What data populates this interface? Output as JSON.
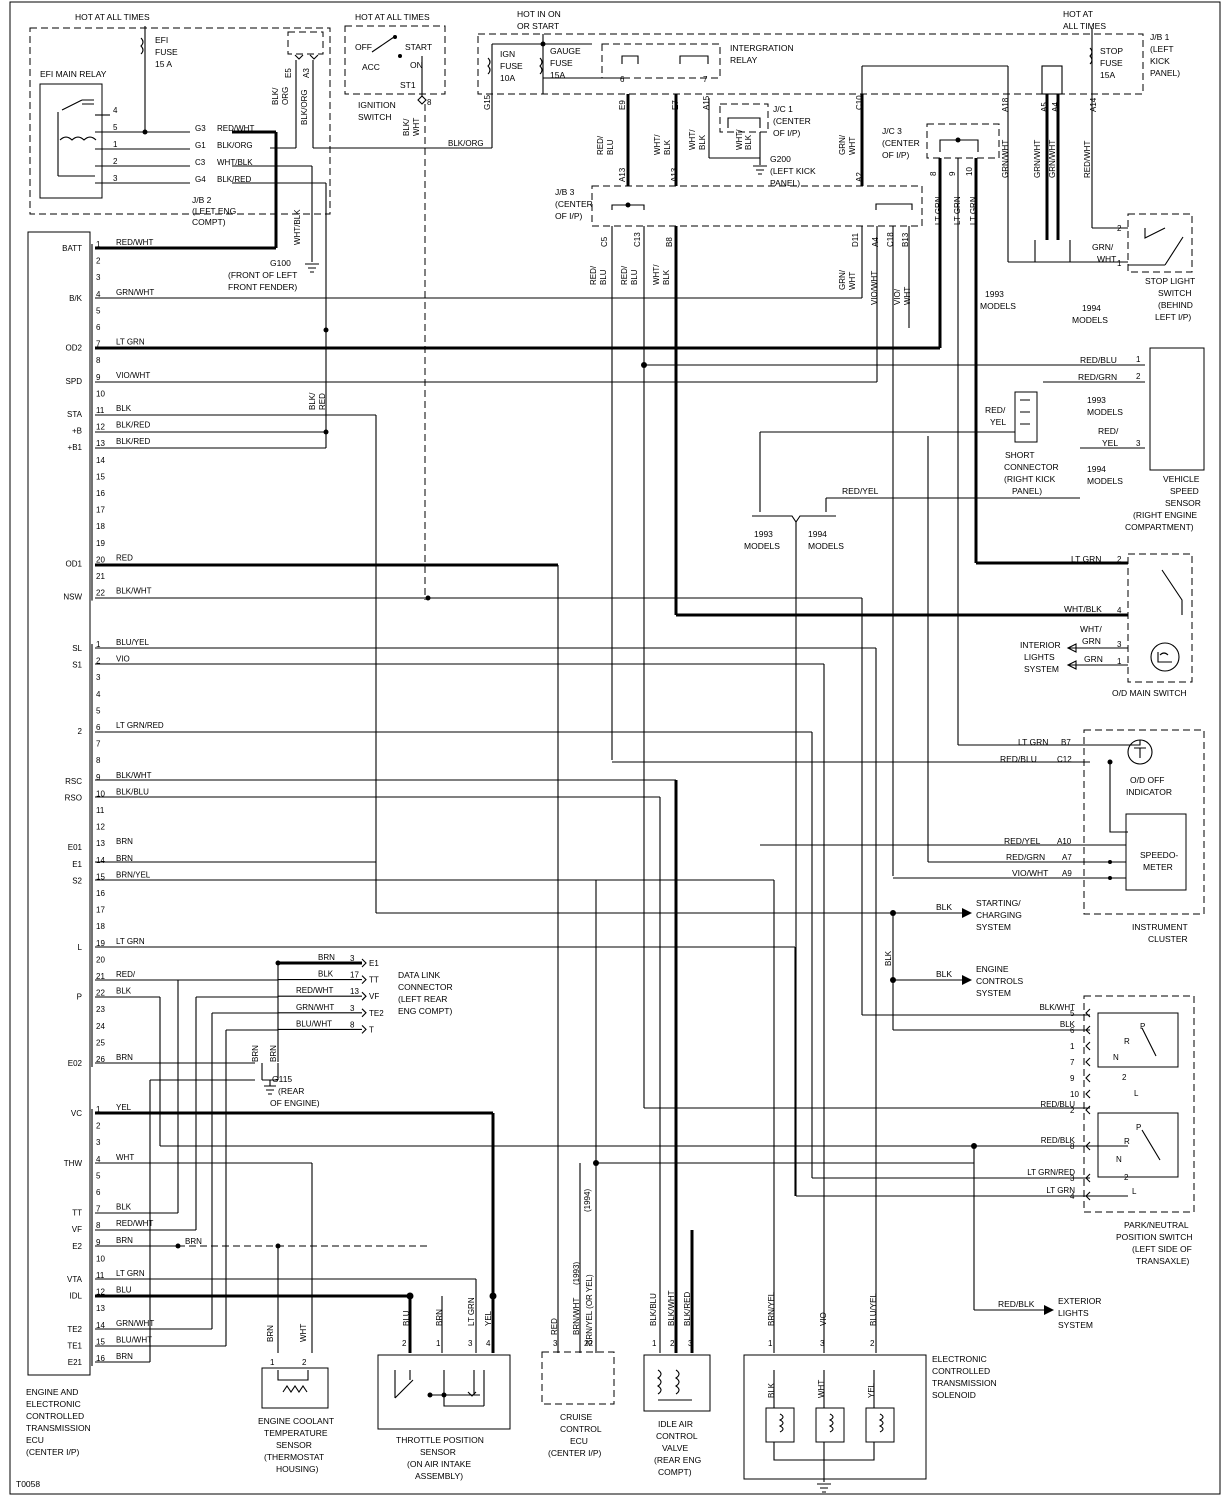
{
  "figure_id": "T0058",
  "power": {
    "hot_at_all_times_left": "HOT AT ALL TIMES",
    "hot_at_all_times_ign": "HOT AT ALL TIMES",
    "hot_in_on_or_start": [
      "HOT IN ON",
      "OR START"
    ],
    "hot_at_all_times_right": [
      "HOT AT",
      "ALL TIMES"
    ]
  },
  "fuses": {
    "efi": [
      "EFI",
      "FUSE",
      "15 A"
    ],
    "ign": [
      "IGN",
      "FUSE",
      "10A"
    ],
    "gauge": [
      "GAUGE",
      "FUSE",
      "15A"
    ],
    "stop": [
      "STOP",
      "FUSE",
      "15A"
    ]
  },
  "ignition_switch": {
    "off": "OFF",
    "acc": "ACC",
    "start": "START",
    "on": "ON",
    "st1": "ST1",
    "label": [
      "IGNITION",
      "SWITCH"
    ]
  },
  "efi_main_relay": {
    "title": "EFI MAIN RELAY",
    "pins": [
      "4",
      "5",
      "1",
      "2",
      "3"
    ],
    "jb2_pins": [
      "G3",
      "G1",
      "C3",
      "G4"
    ],
    "jb2_wires": [
      "RED/WHT",
      "BLK/ORG",
      "WHT/BLK",
      "BLK/RED"
    ],
    "jb2_label": [
      "J/B 2",
      "(LEFT ENG",
      "COMPT)"
    ],
    "e5": "E5",
    "a3": "A3",
    "blk_org_v": [
      "BLK/",
      "ORG"
    ],
    "blk_org": "BLK/ORG"
  },
  "top_wires": {
    "g15": "G15",
    "blk_org_h": "BLK/ORG",
    "blk_wht_v": [
      "BLK/",
      "WHT"
    ],
    "pin8": "8",
    "integration_relay": [
      "INTERGRATION",
      "RELAY"
    ],
    "relay_pins": [
      "6",
      "7"
    ],
    "jb1_left": [
      "E9",
      "E7",
      "A15",
      "C10"
    ],
    "jb1_right": [
      "A18",
      "A5",
      "A4",
      "A14"
    ],
    "jb1_label": [
      "J/B 1",
      "(LEFT",
      "KICK",
      "PANEL)"
    ],
    "red_blu_v": [
      "RED/",
      "BLU"
    ],
    "wht_blk_v": [
      "WHT/",
      "BLK"
    ],
    "wht_v": [
      "WHT/",
      "BLK"
    ],
    "grn_wht_v": [
      "GRN/",
      "WHT"
    ],
    "grn_wht_long": "GRN/WHT",
    "red_wht_long": "RED/WHT",
    "jc1": [
      "J/C 1",
      "(CENTER",
      "OF I/P)"
    ],
    "jc1_wires": [
      "WHT/",
      "BLK",
      "WHT/",
      "BLK"
    ],
    "g200": [
      "G200",
      "(LEFT KICK",
      "PANEL)"
    ],
    "jc3": [
      "J/C 3",
      "(CENTER",
      "OF I/P)"
    ],
    "jc3_pins": [
      "8",
      "9",
      "10"
    ],
    "jc3_wires": [
      "LT GRN",
      "LT GRN",
      "LT GRN"
    ]
  },
  "jb3": {
    "label": [
      "J/B 3",
      "(CENTER",
      "OF I/P)"
    ],
    "top_pins": [
      "A13",
      "A13",
      "A2"
    ],
    "bottom_pins": [
      "C5",
      "C13",
      "B8",
      "D11",
      "A4",
      "C18",
      "B13"
    ],
    "wires": [
      "RED/",
      "BLU",
      "RED/",
      "BLU",
      "WHT/",
      "BLK",
      "GRN/",
      "WHT",
      "VIO/WHT",
      "VIO/",
      "WHT"
    ]
  },
  "ground_g100": [
    "G100",
    "(FRONT OF LEFT",
    "FRONT FENDER)"
  ],
  "ecu_pins_a": [
    {
      "label": "BATT",
      "pin": "1",
      "wire": "RED/WHT"
    },
    {
      "label": "",
      "pin": "2",
      "wire": ""
    },
    {
      "label": "",
      "pin": "3",
      "wire": ""
    },
    {
      "label": "B/K",
      "pin": "4",
      "wire": "GRN/WHT"
    },
    {
      "label": "",
      "pin": "5",
      "wire": ""
    },
    {
      "label": "",
      "pin": "6",
      "wire": ""
    },
    {
      "label": "OD2",
      "pin": "7",
      "wire": "LT GRN"
    },
    {
      "label": "",
      "pin": "8",
      "wire": ""
    },
    {
      "label": "SPD",
      "pin": "9",
      "wire": "VIO/WHT"
    },
    {
      "label": "",
      "pin": "10",
      "wire": ""
    },
    {
      "label": "STA",
      "pin": "11",
      "wire": "BLK"
    },
    {
      "label": "+B",
      "pin": "12",
      "wire": "BLK/RED"
    },
    {
      "label": "+B1",
      "pin": "13",
      "wire": "BLK/RED"
    },
    {
      "label": "",
      "pin": "14",
      "wire": ""
    },
    {
      "label": "",
      "pin": "15",
      "wire": ""
    },
    {
      "label": "",
      "pin": "16",
      "wire": ""
    },
    {
      "label": "",
      "pin": "17",
      "wire": ""
    },
    {
      "label": "",
      "pin": "18",
      "wire": ""
    },
    {
      "label": "",
      "pin": "19",
      "wire": ""
    },
    {
      "label": "OD1",
      "pin": "20",
      "wire": "RED"
    },
    {
      "label": "",
      "pin": "21",
      "wire": ""
    },
    {
      "label": "NSW",
      "pin": "22",
      "wire": "BLK/WHT"
    }
  ],
  "ecu_pins_b": [
    {
      "label": "SL",
      "pin": "1",
      "wire": "BLU/YEL"
    },
    {
      "label": "S1",
      "pin": "2",
      "wire": "VIO"
    },
    {
      "label": "",
      "pin": "3",
      "wire": ""
    },
    {
      "label": "",
      "pin": "4",
      "wire": ""
    },
    {
      "label": "",
      "pin": "5",
      "wire": ""
    },
    {
      "label": "2",
      "pin": "6",
      "wire": "LT GRN/RED"
    },
    {
      "label": "",
      "pin": "7",
      "wire": ""
    },
    {
      "label": "",
      "pin": "8",
      "wire": ""
    },
    {
      "label": "RSC",
      "pin": "9",
      "wire": "BLK/WHT"
    },
    {
      "label": "RSO",
      "pin": "10",
      "wire": "BLK/BLU"
    },
    {
      "label": "",
      "pin": "11",
      "wire": ""
    },
    {
      "label": "",
      "pin": "12",
      "wire": ""
    },
    {
      "label": "E01",
      "pin": "13",
      "wire": "BRN"
    },
    {
      "label": "E1",
      "pin": "14",
      "wire": "BRN"
    },
    {
      "label": "S2",
      "pin": "15",
      "wire": "BRN/YEL"
    },
    {
      "label": "",
      "pin": "16",
      "wire": ""
    },
    {
      "label": "",
      "pin": "17",
      "wire": ""
    },
    {
      "label": "",
      "pin": "18",
      "wire": ""
    },
    {
      "label": "L",
      "pin": "19",
      "wire": "LT GRN"
    },
    {
      "label": "",
      "pin": "20",
      "wire": ""
    },
    {
      "label": "",
      "pin": "21",
      "wire": "RED/"
    },
    {
      "label": "P",
      "pin": "22",
      "wire": "BLK"
    },
    {
      "label": "",
      "pin": "23",
      "wire": ""
    },
    {
      "label": "",
      "pin": "24",
      "wire": ""
    },
    {
      "label": "",
      "pin": "25",
      "wire": ""
    },
    {
      "label": "E02",
      "pin": "26",
      "wire": "BRN"
    }
  ],
  "ecu_pins_c": [
    {
      "label": "VC",
      "pin": "1",
      "wire": "YEL"
    },
    {
      "label": "",
      "pin": "2",
      "wire": ""
    },
    {
      "label": "",
      "pin": "3",
      "wire": ""
    },
    {
      "label": "THW",
      "pin": "4",
      "wire": "WHT"
    },
    {
      "label": "",
      "pin": "5",
      "wire": ""
    },
    {
      "label": "",
      "pin": "6",
      "wire": ""
    },
    {
      "label": "TT",
      "pin": "7",
      "wire": "BLK"
    },
    {
      "label": "VF",
      "pin": "8",
      "wire": "RED/WHT"
    },
    {
      "label": "E2",
      "pin": "9",
      "wire": "BRN"
    },
    {
      "label": "",
      "pin": "10",
      "wire": ""
    },
    {
      "label": "VTA",
      "pin": "11",
      "wire": "LT GRN"
    },
    {
      "label": "IDL",
      "pin": "12",
      "wire": "BLU"
    },
    {
      "label": "",
      "pin": "13",
      "wire": ""
    },
    {
      "label": "TE2",
      "pin": "14",
      "wire": "GRN/WHT"
    },
    {
      "label": "TE1",
      "pin": "15",
      "wire": "BLU/WHT"
    },
    {
      "label": "E21",
      "pin": "16",
      "wire": "BRN"
    }
  ],
  "ecu_label": [
    "ENGINE AND",
    "ELECTRONIC",
    "CONTROLLED",
    "TRANSMISSION",
    "ECU",
    "(CENTER I/P)"
  ],
  "blk_red_v": [
    "BLK/",
    "RED"
  ],
  "stop_light_switch": {
    "pins": [
      "2",
      "1"
    ],
    "wire": [
      "GRN/",
      "WHT"
    ],
    "label": [
      "STOP LIGHT",
      "SWITCH",
      "(BEHIND",
      "LEFT I/P)"
    ],
    "models_1993": [
      "1993",
      "MODELS"
    ],
    "models_1994": [
      "1994",
      "MODELS"
    ]
  },
  "vehicle_speed_sensor": {
    "wires": [
      "RED/BLU",
      "RED/GRN",
      "RED/",
      "YEL"
    ],
    "pins": [
      "1",
      "2",
      "3"
    ],
    "models_1993": [
      "1993",
      "MODELS"
    ],
    "models_1994": [
      "1994",
      "MODELS"
    ],
    "label": [
      "VEHICLE",
      "SPEED",
      "SENSOR",
      "(RIGHT ENGINE",
      "COMPARTMENT)"
    ]
  },
  "short_connector": {
    "wire": [
      "RED/",
      "YEL"
    ],
    "label": [
      "SHORT",
      "CONNECTOR",
      "(RIGHT KICK",
      "PANEL)"
    ]
  },
  "models_split": {
    "red_yel": "RED/YEL",
    "m1993": [
      "1993",
      "MODELS"
    ],
    "m1994": [
      "1994",
      "MODELS"
    ]
  },
  "od_main_switch": {
    "wires": [
      "LT GRN",
      "WHT/BLK",
      "WHT/",
      "GRN",
      "GRN"
    ],
    "pins": [
      "2",
      "4",
      "3",
      "1"
    ],
    "interior": [
      "INTERIOR",
      "LIGHTS",
      "SYSTEM"
    ],
    "label": "O/D MAIN SWITCH"
  },
  "instrument_cluster": {
    "wires": [
      "LT GRN",
      "RED/BLU",
      "RED/YEL",
      "RED/GRN",
      "VIO/WHT"
    ],
    "pins": [
      "B7",
      "C12",
      "A10",
      "A7",
      "A9"
    ],
    "od_off": [
      "O/D OFF",
      "INDICATOR"
    ],
    "speedometer": [
      "SPEEDO-",
      "METER"
    ],
    "label": [
      "INSTRUMENT",
      "CLUSTER"
    ]
  },
  "systems": {
    "starting": [
      "STARTING/",
      "CHARGING",
      "SYSTEM"
    ],
    "engine": [
      "ENGINE",
      "CONTROLS",
      "SYSTEM"
    ],
    "exterior": [
      "EXTERIOR",
      "LIGHTS",
      "SYSTEM"
    ],
    "blk": "BLK",
    "blk2": "BLK",
    "blk_v": "BLK",
    "red_blk": "RED/BLK"
  },
  "park_neutral_switch": {
    "rows": [
      {
        "wire": "BLK/WHT",
        "pin": "5"
      },
      {
        "wire": "BLK",
        "pin": "6"
      },
      {
        "wire": "",
        "pin": "1"
      },
      {
        "wire": "",
        "pin": "7"
      },
      {
        "wire": "",
        "pin": "9"
      },
      {
        "wire": "",
        "pin": "10"
      },
      {
        "wire": "RED/BLU",
        "pin": "2"
      },
      {
        "wire": "RED/BLK",
        "pin": "8"
      },
      {
        "wire": "LT GRN/RED",
        "pin": "3"
      },
      {
        "wire": "LT GRN",
        "pin": "4"
      }
    ],
    "letters": [
      "P",
      "R",
      "N",
      "2",
      "L",
      "P",
      "R",
      "N",
      "2",
      "L"
    ],
    "label": [
      "PARK/NEUTRAL",
      "POSITION SWITCH",
      "(LEFT SIDE OF",
      "TRANSAXLE)"
    ]
  },
  "data_link_connector": {
    "rows": [
      {
        "wire": "BRN",
        "pin": "3",
        "term": "E1"
      },
      {
        "wire": "BLK",
        "pin": "17",
        "term": "TT"
      },
      {
        "wire": "RED/WHT",
        "pin": "13",
        "term": "VF"
      },
      {
        "wire": "GRN/WHT",
        "pin": "3",
        "term": "TE2"
      },
      {
        "wire": "BLU/WHT",
        "pin": "8",
        "term": "T"
      }
    ],
    "label": [
      "DATA LINK",
      "CONNECTOR",
      "(LEFT REAR",
      "ENG COMPT)"
    ]
  },
  "ground_g115": {
    "label": [
      "G115",
      "(REAR",
      "OF ENGINE)"
    ],
    "wires": [
      "BRN",
      "BRN"
    ],
    "brn_dash": "BRN"
  },
  "coolant_sensor": {
    "wires": [
      "BRN",
      "WHT"
    ],
    "pins": [
      "1",
      "2"
    ],
    "label": [
      "ENGINE COOLANT",
      "TEMPERATURE",
      "SENSOR",
      "(THERMOSTAT",
      "HOUSING)"
    ]
  },
  "throttle_sensor": {
    "wires": [
      "BLU",
      "BRN",
      "LT GRN",
      "YEL"
    ],
    "pins": [
      "2",
      "1",
      "3",
      "4"
    ],
    "label": [
      "THROTTLE POSITION",
      "SENSOR",
      "(ON AIR INTAKE",
      "ASSEMBLY)"
    ]
  },
  "cruise_ecu": {
    "wires": [
      "RED",
      "BRN/WHT",
      "(1993)",
      "BRN/YEL (OR YEL)",
      "(1994)"
    ],
    "pins": [
      "3",
      "22"
    ],
    "label": [
      "CRUISE",
      "CONTROL",
      "ECU",
      "(CENTER I/P)"
    ]
  },
  "idle_valve": {
    "wires": [
      "BLK/BLU",
      "BLK/WHT",
      "BLK/RED"
    ],
    "pins": [
      "1",
      "2",
      "3"
    ],
    "label": [
      "IDLE AIR",
      "CONTROL",
      "VALVE",
      "(REAR ENG",
      "COMPT)"
    ]
  },
  "trans_solenoid": {
    "wires": [
      "BRN/YEL",
      "VIO",
      "BLU/YEL"
    ],
    "pins": [
      "1",
      "3",
      "2"
    ],
    "coils": [
      "BLK",
      "WHT",
      "YEL"
    ],
    "label": [
      "ELECTRONIC",
      "CONTROLLED",
      "TRANSMISSION",
      "SOLENOID"
    ]
  }
}
